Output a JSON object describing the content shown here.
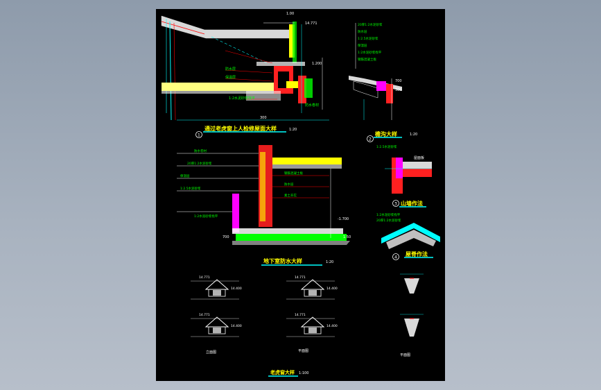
{
  "drawing": {
    "title1": "通过老虎窗上人检修屋面大样",
    "scale1": "1:20",
    "num1": "1",
    "title2": "檐沟大样",
    "scale2": "1:20",
    "num2": "2",
    "title3": "山墙作法",
    "num3": "3",
    "title4": "屋脊作法",
    "num4": "4",
    "title5": "地下室防水大样",
    "scale5": "1:20",
    "title6": "老虎窗大样",
    "scale6": "1:100",
    "label_a": "屋面板",
    "label_b": "平面图",
    "label_c": "立面图",
    "label_d": "平面图",
    "note_a": "1:2水泥砂浆找平",
    "note_b": "防水层",
    "note_c": "保温层",
    "note_d": "钢筋混凝土板",
    "note_e": "1:2.5水泥砂浆",
    "note_f": "20厚1:2水泥砂浆",
    "note_g": "素土夯实",
    "note_h": "防水卷材",
    "dim_a": "1.00",
    "dim_b": "1.50",
    "dim_c": "14.771",
    "dim_d": "14.400",
    "dim_e": "700",
    "dim_f": "300",
    "dim_g": "-1.700",
    "dim_h": "1.200"
  }
}
